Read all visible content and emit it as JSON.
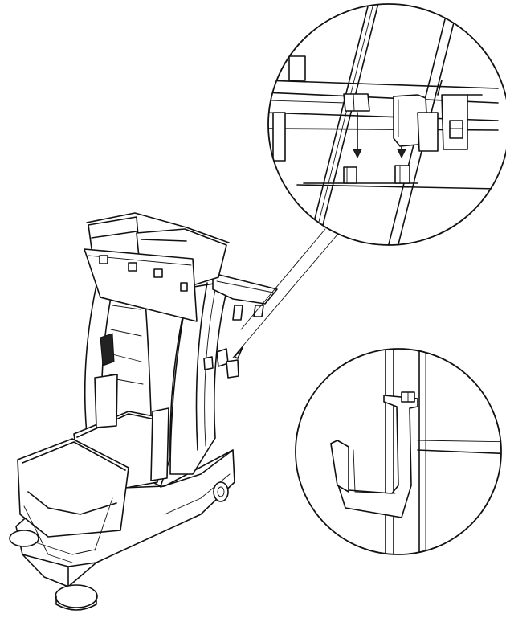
{
  "figure": {
    "type": "assembly-illustration",
    "subject": "cleaning-trolley",
    "colors": {
      "line": "#111111",
      "background": "#ffffff"
    },
    "callouts": [
      {
        "id": "detail-top",
        "icon": "magnifier-circle-clip-insert"
      },
      {
        "id": "detail-bottom",
        "icon": "magnifier-circle-hook-bracket"
      }
    ]
  }
}
